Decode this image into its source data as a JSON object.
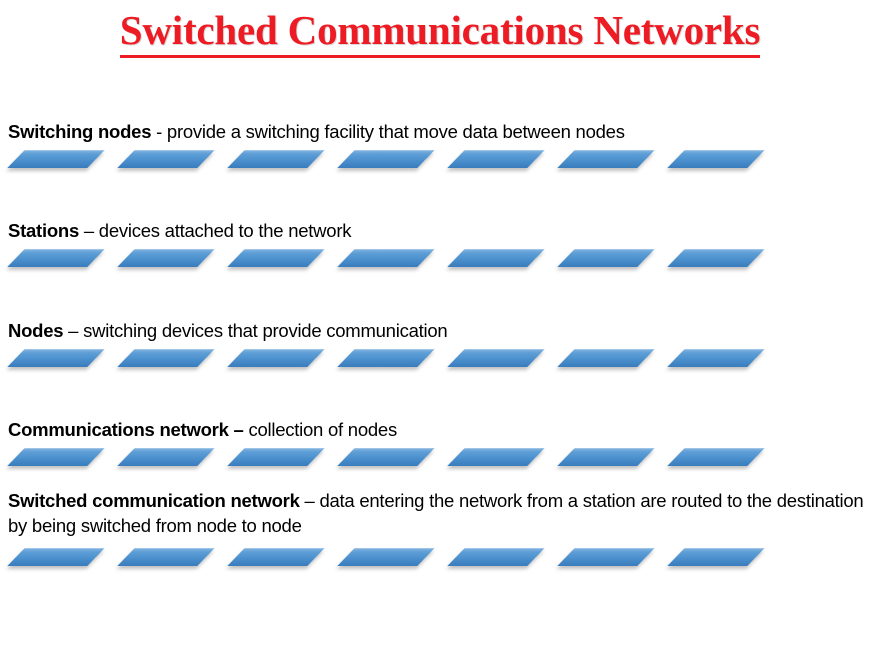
{
  "slide": {
    "title": "Switched Communications Networks",
    "title_color": "#ED1C24",
    "background_color": "#FFFFFF",
    "shape_color_top": "#7CB0DE",
    "shape_color_bottom": "#3A7CBD",
    "shapes_per_row": 7,
    "shape_rows": 5,
    "definitions": [
      {
        "term": "Switching nodes",
        "rest": " - provide a switching facility that move data between nodes"
      },
      {
        "term": "Stations",
        "rest": " – devices attached to the network"
      },
      {
        "term": "Nodes",
        "rest": " – switching devices that provide communication"
      },
      {
        "term": "Communications network –",
        "rest": " collection of nodes"
      },
      {
        "term": "Switched communication network",
        "rest": " – data entering the network from a station are routed to the destination by being switched from node to node"
      }
    ]
  }
}
